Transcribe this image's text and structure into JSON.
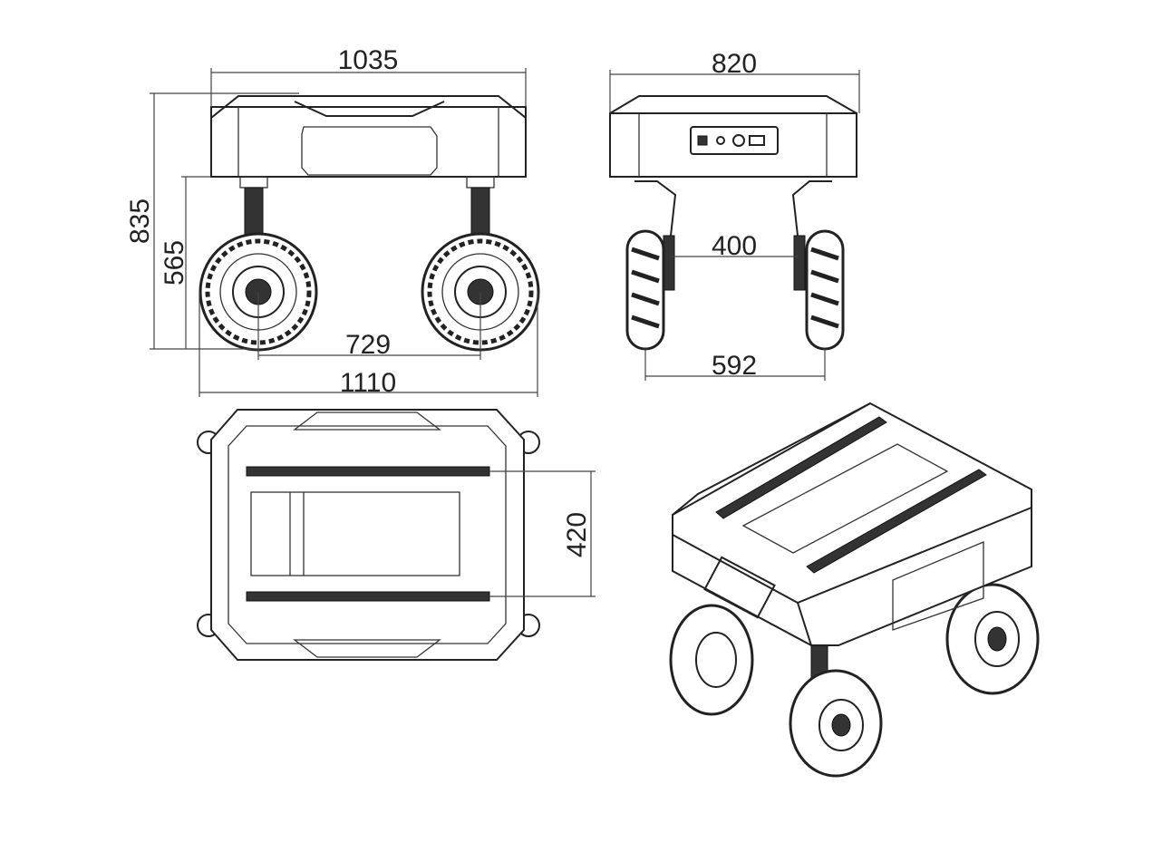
{
  "dimensions": {
    "front_overall_width": "1035",
    "front_overall_height": "835",
    "front_body_to_ground": "565",
    "front_wheelbase": "729",
    "front_total_length": "1110",
    "side_overall_width": "820",
    "side_inner_track": "400",
    "side_track": "592",
    "top_rail_spacing": "420"
  }
}
